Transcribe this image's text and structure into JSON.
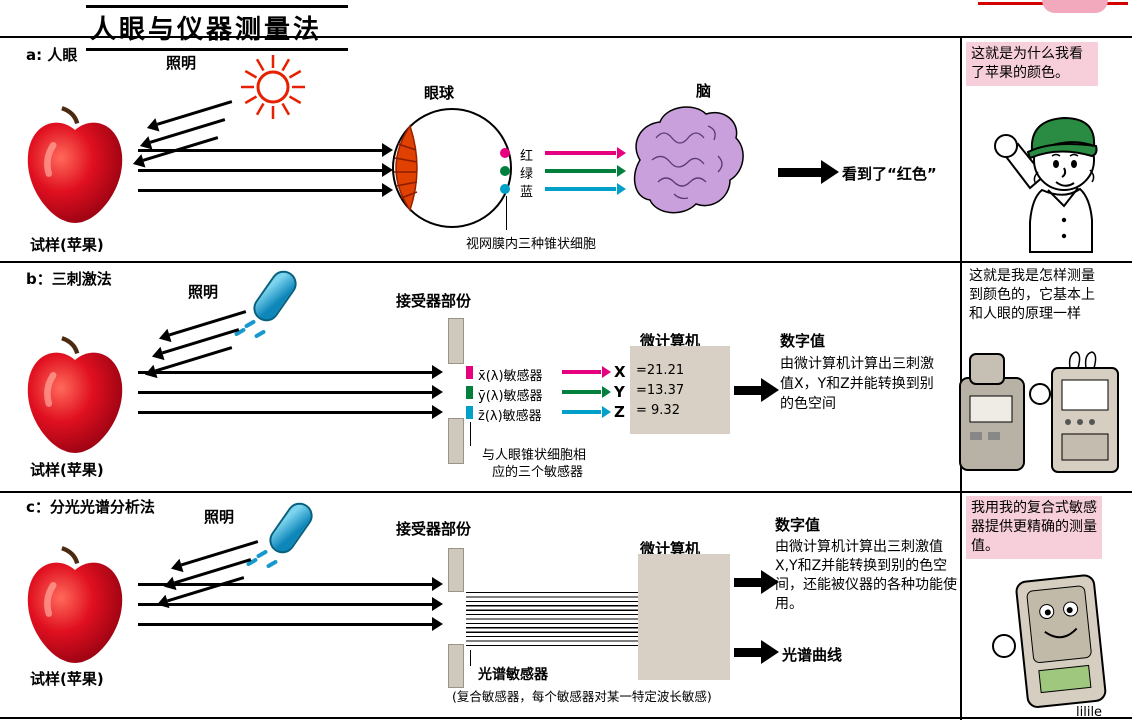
{
  "page": {
    "title": "人眼与仪器测量法",
    "watermark": "lilile"
  },
  "colors": {
    "red_signal": "#e4007f",
    "green_signal": "#00803c",
    "blue_signal": "#00a0c8",
    "lamp_blue": "#1899cc",
    "computer_box_tan": "#d8d0c4",
    "brain_purple": "#c9a0dc",
    "speech_pink": "#f7cfda",
    "apple_red": "#cc1020",
    "sun_red": "#e62000"
  },
  "section_a": {
    "label": "a: 人眼",
    "illumination_label": "照明",
    "sample_label": "试样(苹果)",
    "eye_label": "眼球",
    "cone_red": "红",
    "cone_green": "绿",
    "cone_blue": "蓝",
    "retina_note": "视网膜内三种锥状细胞",
    "brain_label": "脑",
    "result_text": "看到了“红色”",
    "speech_text": "这就是为什么我看了苹果的颜色。"
  },
  "section_b": {
    "label": "b：三刺激法",
    "illumination_label": "照明",
    "sample_label": "试样(苹果)",
    "receptor_label": "接受器部份",
    "sensors": [
      {
        "name": "x̄(λ)敏感器",
        "symbol": "X",
        "value": "=21.21"
      },
      {
        "name": "ȳ(λ)敏感器",
        "symbol": "Y",
        "value": "=13.37"
      },
      {
        "name": "z̄(λ)敏感器",
        "symbol": "Z",
        "value": "= 9.32"
      }
    ],
    "sensor_note_line1": "与人眼锥状细胞相",
    "sensor_note_line2": "应的三个敏感器",
    "computer_label": "微计算机",
    "digital_label": "数字值",
    "digital_text": "由微计算机计算出三刺激值X，Y和Z并能转换到别的色空间",
    "speech_text": "这就是我是怎样测量到颜色的，它基本上和人眼的原理一样"
  },
  "section_c": {
    "label": "c：分光光谱分析法",
    "illumination_label": "照明",
    "sample_label": "试样(苹果)",
    "receptor_label": "接受器部份",
    "computer_label": "微计算机",
    "digital_label": "数字值",
    "digital_text": "由微计算机计算出三刺激值X,Y和Z并能转换到别的色空间，还能被仪器的各种功能使用。",
    "spectral_curve_label": "光谱曲线",
    "spectral_sensor_label": "光谱敏感器",
    "spectral_sensor_note": "(复合敏感器，每个敏感器对某一特定波长敏感)",
    "speech_text": "我用我的复合式敏感器提供更精确的测量值。"
  }
}
